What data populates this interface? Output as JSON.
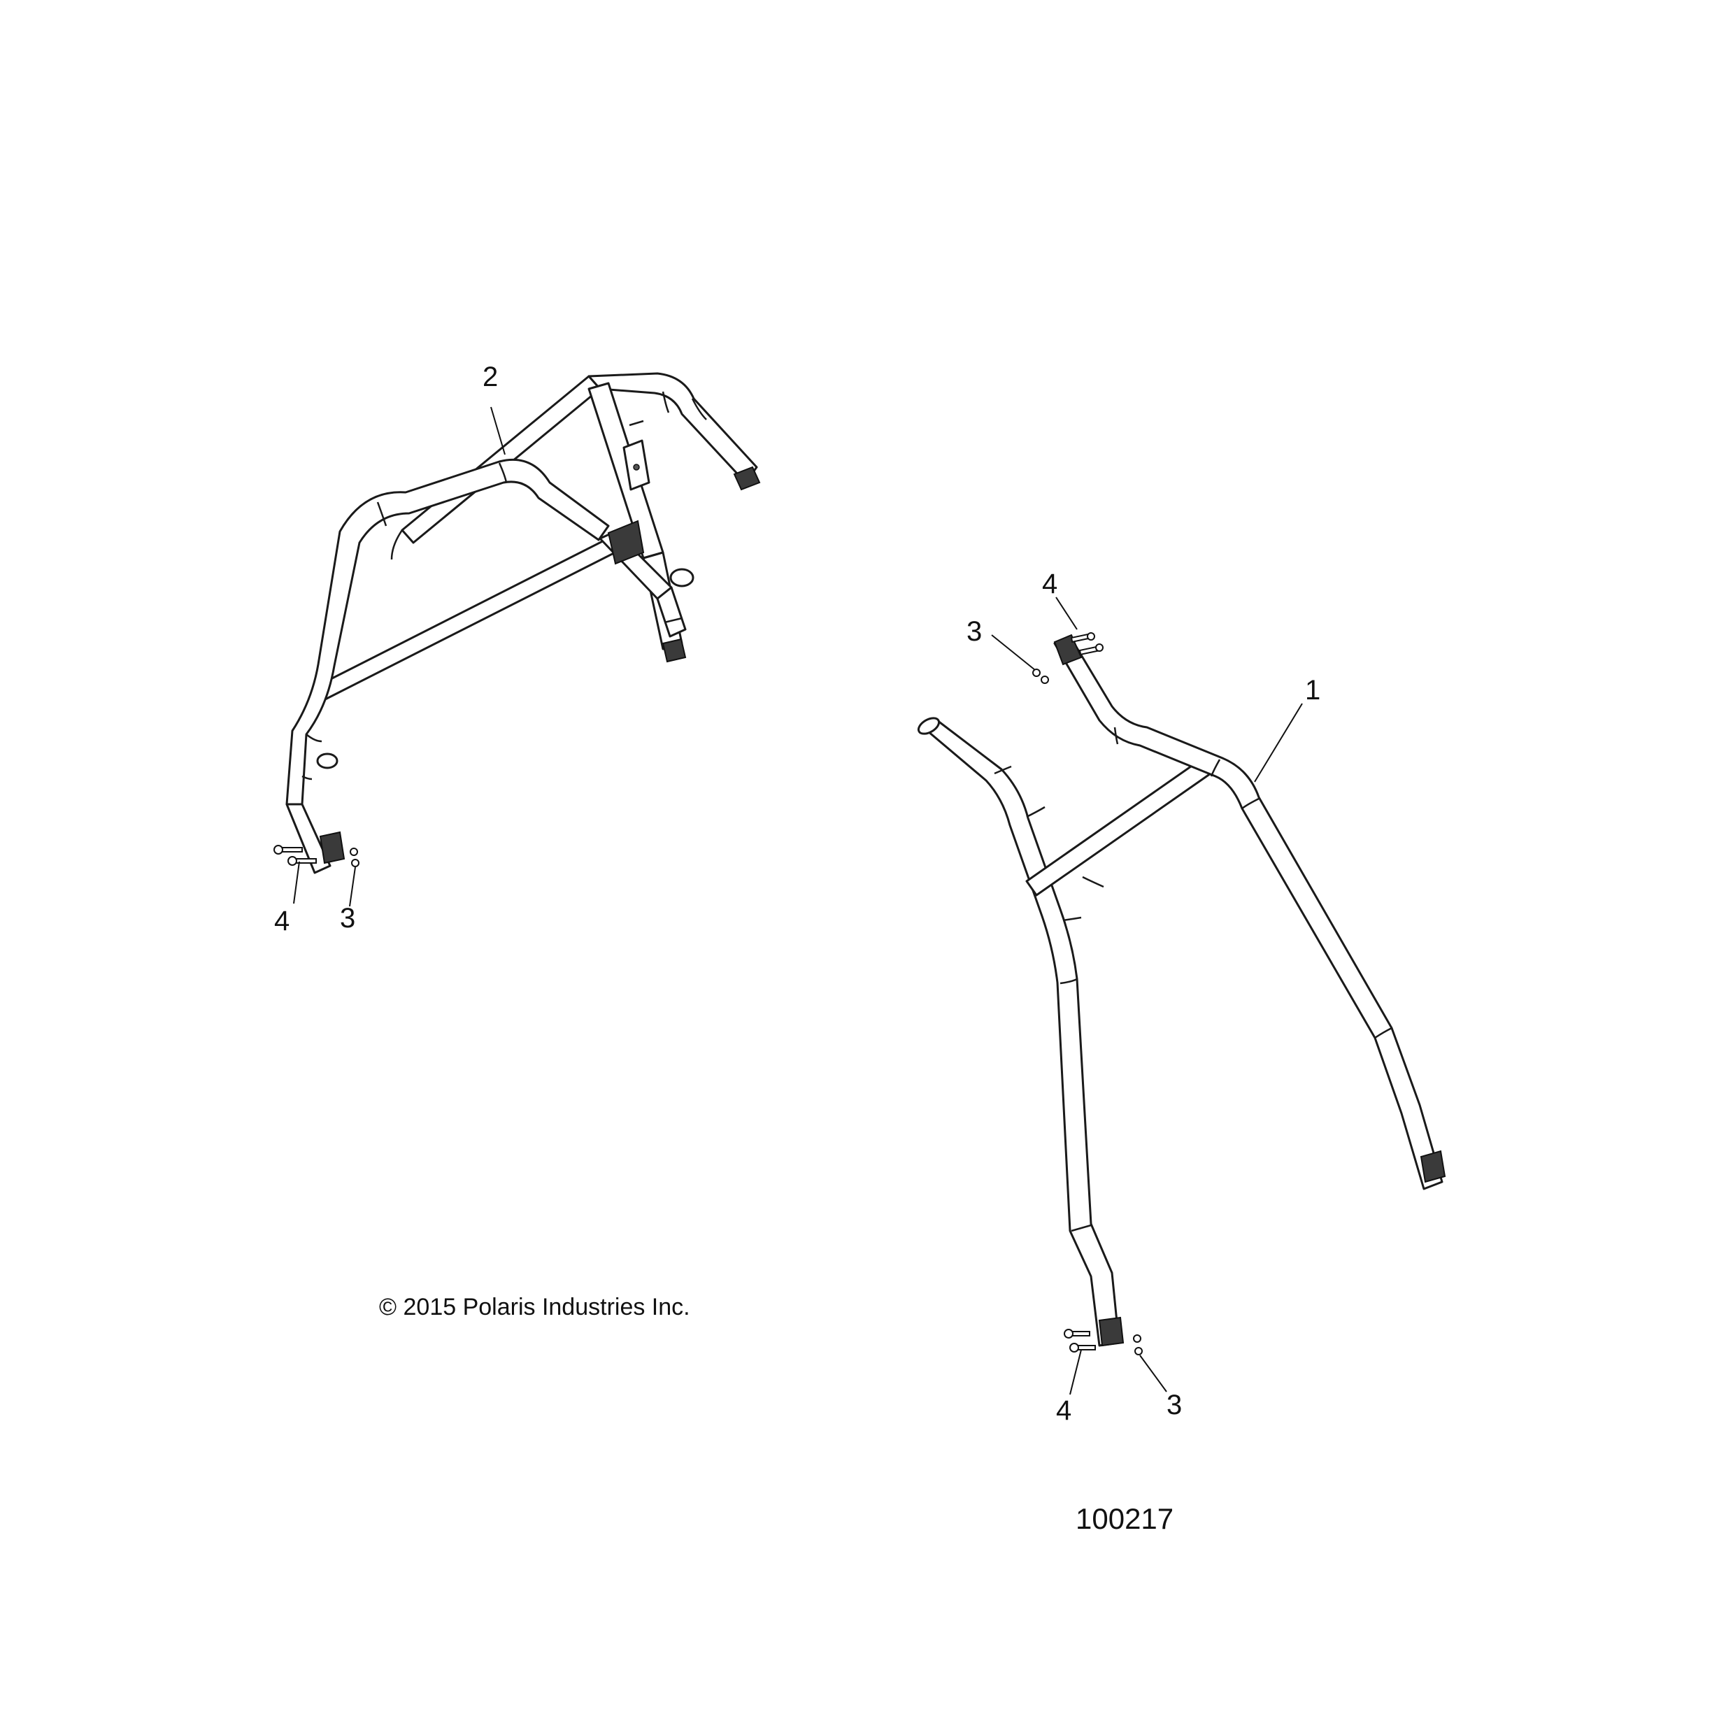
{
  "callouts": {
    "rear_cage_label": "2",
    "front_cage_label": "1",
    "rear_nut_label": "3",
    "rear_bolt_label": "4",
    "front_top_bolt_label": "4",
    "front_top_nut_label": "3",
    "front_bottom_bolt_label": "4",
    "front_bottom_nut_label": "3"
  },
  "copyright": "© 2015 Polaris Industries Inc.",
  "drawing_number": "100217"
}
